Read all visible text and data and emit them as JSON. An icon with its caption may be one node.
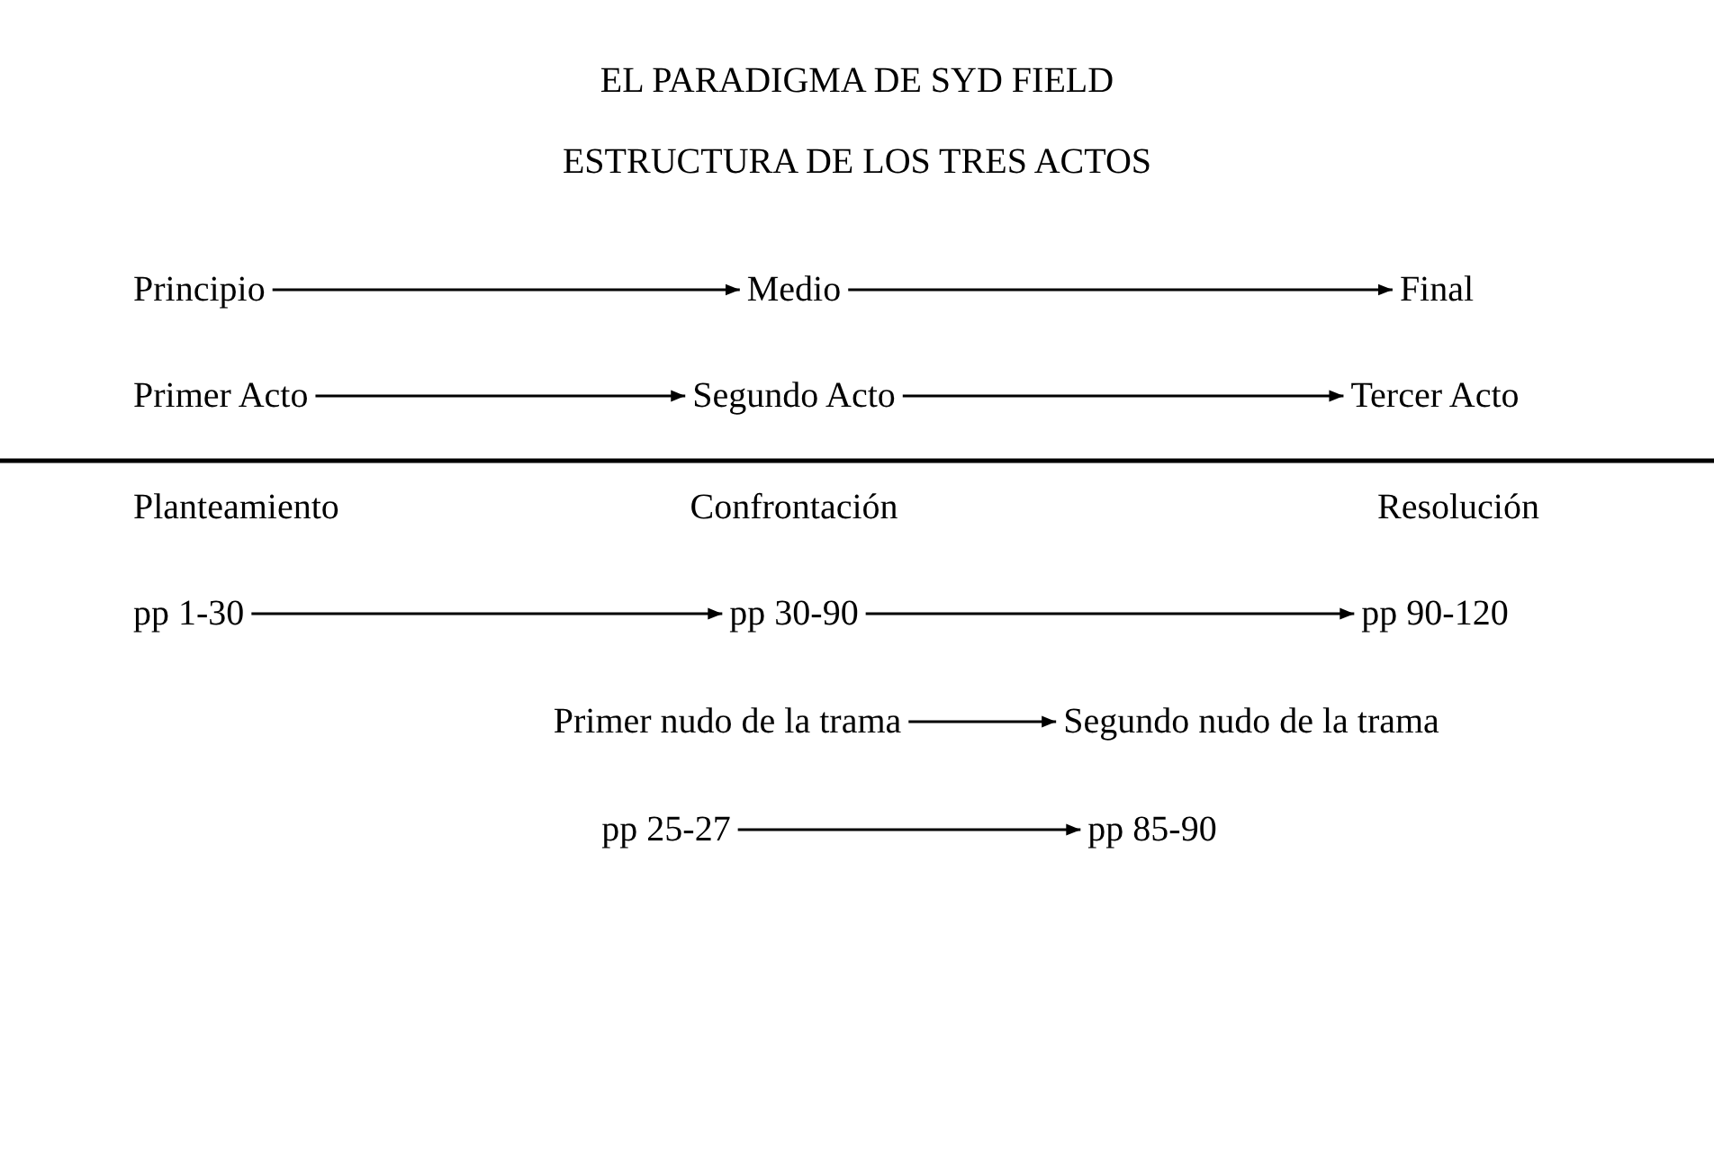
{
  "diagram": {
    "title": "EL PARADIGMA DE SYD FIELD",
    "nodes": [
      {
        "text": [
          "Principio"
        ]
      },
      {
        "text": [
          "Medio"
        ]
      },
      {
        "text": [
          "Final"
        ]
      },
      {
        "text": [
          "Primer Acto"
        ]
      },
      {
        "text": [
          "Segundo Acto"
        ]
      },
      {
        "text": [
          "Tercer Acto"
        ]
      },
      {
        "text": [
          "pp 1-30"
        ]
      },
      {
        "text": [
          "pp 30-90"
        ]
      },
      {
        "text": [
          "pp 90-120"
        ]
      },
      {
        "text": [
          "Primer nudo de la trama"
        ]
      },
      {
        "text": [
          "Segundo nudo de la trama"
        ]
      },
      {
        "text": [
          "pp 25-27"
        ]
      },
      {
        "text": [
          "pp 85-90"
        ]
      }
    ],
    "edges": [
      {
        "from": 0,
        "to": 1,
        "arrow": "to"
      },
      {
        "from": 1,
        "to": 2,
        "arrow": "to"
      },
      {
        "from": 3,
        "to": 4,
        "arrow": "to"
      },
      {
        "from": 4,
        "to": 5,
        "arrow": "to"
      },
      {
        "from": 6,
        "to": 7,
        "arrow": "to"
      },
      {
        "from": 7,
        "to": 8,
        "arrow": "to"
      },
      {
        "from": 9,
        "to": 10,
        "arrow": "to"
      },
      {
        "from": 11,
        "to": 12,
        "arrow": "to"
      }
    ],
    "labels": [
      "ESTRUCTURA DE LOS TRES ACTOS",
      "Planteamiento",
      "Confrontación",
      "Resolución"
    ]
  }
}
